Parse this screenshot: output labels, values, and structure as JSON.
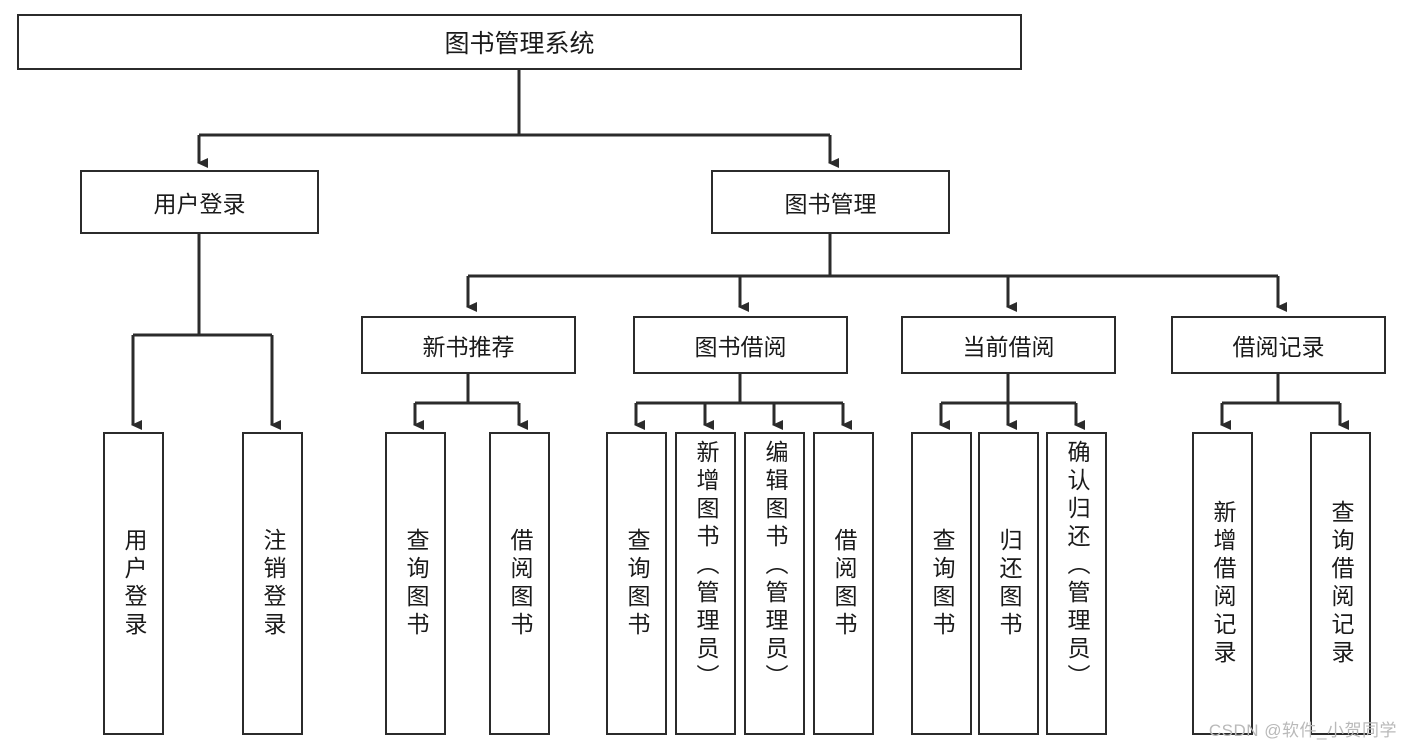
{
  "diagram": {
    "type": "tree-hierarchy",
    "title": "图书管理系统",
    "root": {
      "label": "图书管理系统"
    },
    "level2": [
      {
        "id": "user-login",
        "label": "用户登录"
      },
      {
        "id": "book-management",
        "label": "图书管理"
      }
    ],
    "level3": [
      {
        "id": "new-book-recommend",
        "label": "新书推荐",
        "parent": "book-management"
      },
      {
        "id": "book-borrow",
        "label": "图书借阅",
        "parent": "book-management"
      },
      {
        "id": "current-borrow",
        "label": "当前借阅",
        "parent": "book-management"
      },
      {
        "id": "borrow-record",
        "label": "借阅记录",
        "parent": "book-management"
      }
    ],
    "leaves": [
      {
        "id": "leaf-user-login",
        "label": "用户登录",
        "parent": "user-login"
      },
      {
        "id": "leaf-logout-login",
        "label": "注销登录",
        "parent": "user-login"
      },
      {
        "id": "leaf-query-book-1",
        "label": "查询图书",
        "parent": "new-book-recommend"
      },
      {
        "id": "leaf-borrow-book-1",
        "label": "借阅图书",
        "parent": "new-book-recommend"
      },
      {
        "id": "leaf-query-book-2",
        "label": "查询图书",
        "parent": "book-borrow"
      },
      {
        "id": "leaf-add-book",
        "label": "新增图书（管理员）",
        "parent": "book-borrow"
      },
      {
        "id": "leaf-edit-book",
        "label": "编辑图书（管理员）",
        "parent": "book-borrow"
      },
      {
        "id": "leaf-borrow-book-2",
        "label": "借阅图书",
        "parent": "book-borrow"
      },
      {
        "id": "leaf-query-book-3",
        "label": "查询图书",
        "parent": "current-borrow"
      },
      {
        "id": "leaf-return-book",
        "label": "归还图书",
        "parent": "current-borrow"
      },
      {
        "id": "leaf-confirm-return",
        "label": "确认归还（管理员）",
        "parent": "current-borrow"
      },
      {
        "id": "leaf-add-record",
        "label": "新增借阅记录",
        "parent": "borrow-record"
      },
      {
        "id": "leaf-query-record",
        "label": "查询借阅记录",
        "parent": "borrow-record"
      }
    ],
    "colors": {
      "stroke": "#2b2b2b",
      "fill": "#ffffff",
      "text": "#1a1a1a",
      "watermark": "#b9b9b9"
    }
  },
  "watermark": {
    "text": "CSDN @软件_小贺同学"
  }
}
